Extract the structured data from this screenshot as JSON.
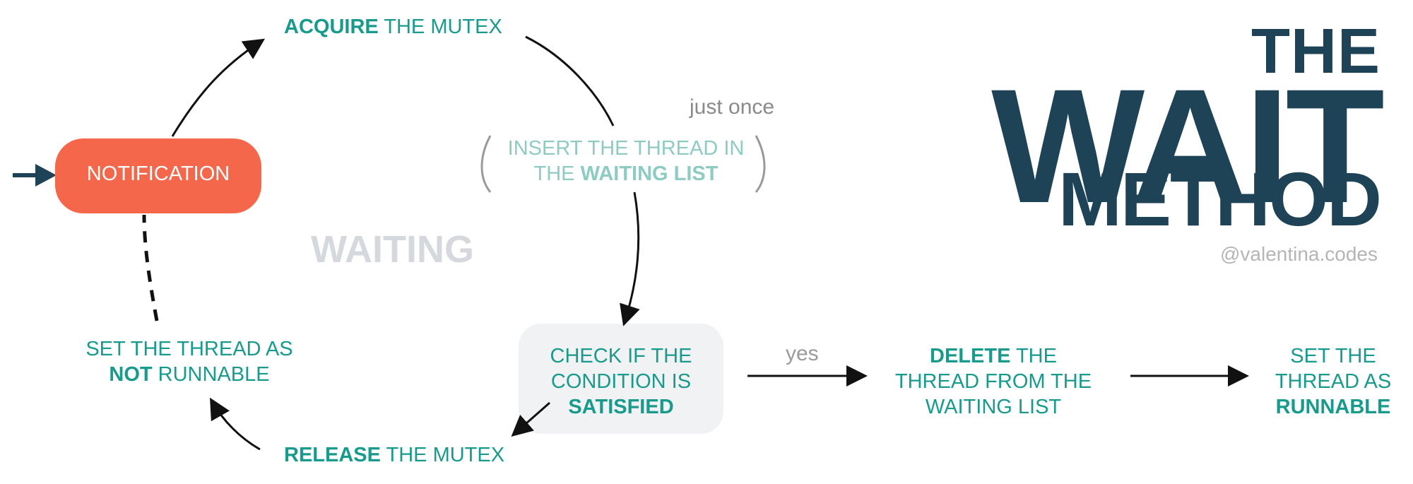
{
  "title": {
    "line1": "THE",
    "line2": "WAIT",
    "line3": "METHOD",
    "handle": "@valentina.codes"
  },
  "nodes": {
    "notification": "NOTIFICATION",
    "acquire": {
      "bold": "ACQUIRE",
      "rest": " THE MUTEX"
    },
    "insert": {
      "line1": "INSERT THE THREAD IN",
      "pre": "THE ",
      "bold": "WAITING LIST"
    },
    "just_once": "just once",
    "waiting": "WAITING",
    "check": {
      "line1": "CHECK IF THE",
      "line2": "CONDITION IS",
      "bold": "SATISFIED"
    },
    "release": {
      "bold": "RELEASE",
      "rest": " THE MUTEX"
    },
    "not_runnable": {
      "line1": "SET THE THREAD AS",
      "bold": "NOT",
      "rest": " RUNNABLE"
    },
    "yes": "yes",
    "delete": {
      "bold": "DELETE",
      "rest": " THE",
      "line2": "THREAD FROM THE",
      "line3": "WAITING LIST"
    },
    "runnable": {
      "line1": "SET THE",
      "line2": "THREAD AS",
      "bold": "RUNNABLE"
    }
  },
  "colors": {
    "teal": "#189A8C",
    "teal_light": "#8DCBC3",
    "notification_fill": "#F4674B",
    "navy": "#1E4256",
    "check_fill": "#F1F2F3",
    "waiting_gray": "#D5D9DD"
  }
}
